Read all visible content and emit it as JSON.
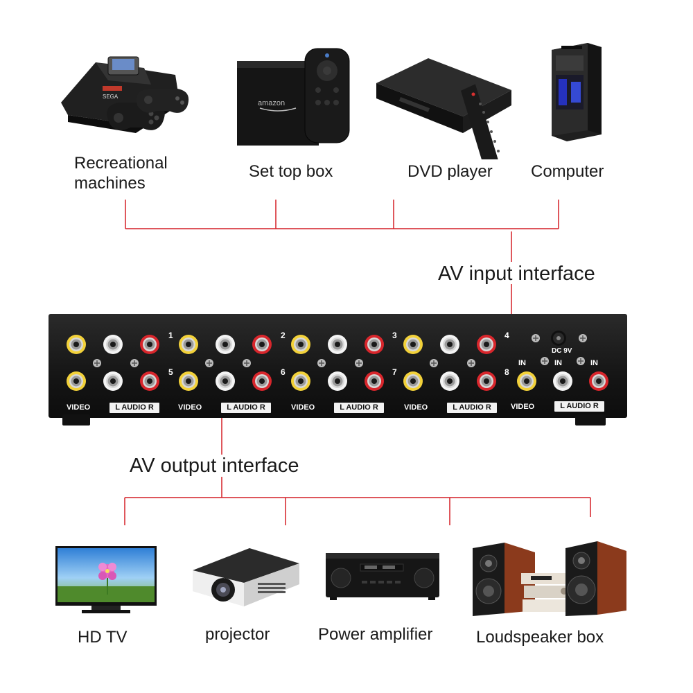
{
  "inputs": {
    "label": "AV input interface",
    "devices": [
      {
        "name": "recreational",
        "lines": [
          "Recreational",
          "machines"
        ]
      },
      {
        "name": "set-top-box",
        "lines": [
          "Set top box"
        ]
      },
      {
        "name": "dvd-player",
        "lines": [
          "DVD player"
        ]
      },
      {
        "name": "computer",
        "lines": [
          "Computer"
        ]
      }
    ]
  },
  "outputs": {
    "label": "AV output interface",
    "devices": [
      {
        "name": "hd-tv",
        "lines": [
          "HD TV"
        ]
      },
      {
        "name": "projector",
        "lines": [
          "projector"
        ]
      },
      {
        "name": "power-amplifier",
        "lines": [
          "Power amplifier"
        ]
      },
      {
        "name": "loudspeaker-box",
        "lines": [
          "Loudspeaker box"
        ]
      }
    ]
  },
  "device_text": {
    "sega": "SEGA",
    "amazon": "amazon"
  },
  "panel": {
    "port_numbers": [
      "1",
      "2",
      "3",
      "4",
      "5",
      "6",
      "7",
      "8"
    ],
    "video_label": "VIDEO",
    "audio_label": "L AUDIO R",
    "in_label": "IN",
    "dc_label": "DC 9V"
  },
  "colors": {
    "connector_line": "#d41f26",
    "rca_video": "#f2d13a",
    "rca_left": "#f4f4f4",
    "rca_right": "#d8262c",
    "panel": "#1b1b1b"
  }
}
